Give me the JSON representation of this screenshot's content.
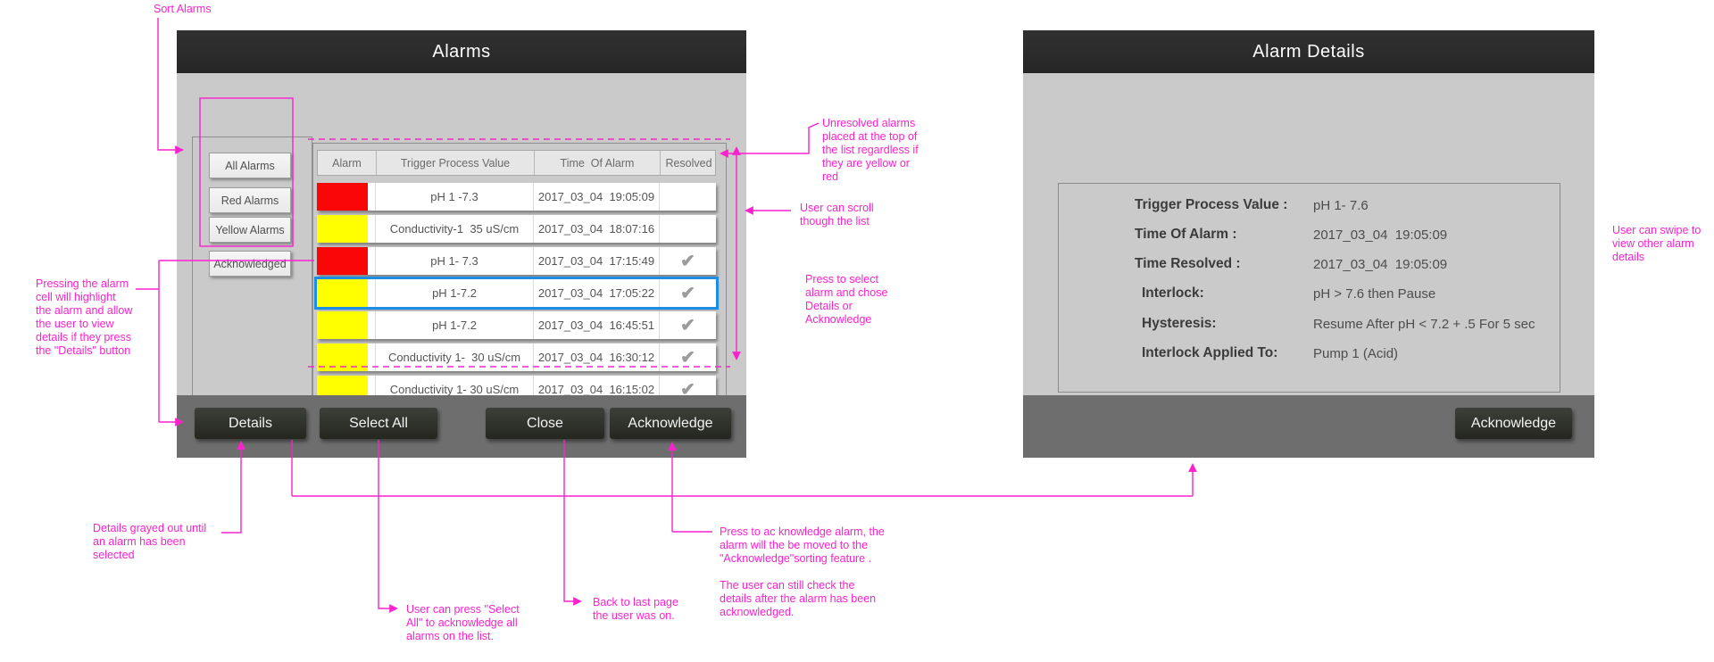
{
  "colors": {
    "annotation": "#fa22cd",
    "red": "#f90606",
    "yellow": "#ffff00",
    "selected_border": "#1e8ee4",
    "check_gray": "#9b9b9b"
  },
  "icons": {
    "resolved_check_icon": "✔"
  },
  "alarms_panel": {
    "title": "Alarms",
    "filters": [
      "All Alarms",
      "Red Alarms",
      "Yellow Alarms",
      "Acknowledged"
    ],
    "table": {
      "headers": [
        "Alarm",
        "Trigger Process Value",
        "Time  Of Alarm",
        "Resolved"
      ],
      "rows": [
        {
          "color": "red",
          "trigger": "pH 1 -7.3",
          "time": "2017_03_04  19:05:09",
          "resolved": false,
          "selected": false
        },
        {
          "color": "yellow",
          "trigger": "Conductivity-1  35 uS/cm",
          "time": "2017_03_04  18:07:16",
          "resolved": false,
          "selected": false
        },
        {
          "color": "red",
          "trigger": "pH 1- 7.3",
          "time": "2017_03_04  17:15:49",
          "resolved": true,
          "selected": false
        },
        {
          "color": "yellow",
          "trigger": "pH 1-7.2",
          "time": "2017_03_04  17:05:22",
          "resolved": true,
          "selected": true
        },
        {
          "color": "yellow",
          "trigger": "pH 1-7.2",
          "time": "2017_03_04  16:45:51",
          "resolved": true,
          "selected": false
        },
        {
          "color": "yellow",
          "trigger": "Conductivity 1-  30 uS/cm",
          "time": "2017_03_04  16:30:12",
          "resolved": true,
          "selected": false
        },
        {
          "color": "yellow",
          "trigger": "Conductivity 1- 30 uS/cm",
          "time": "2017_03_04  16:15:02",
          "resolved": true,
          "selected": false
        }
      ]
    },
    "buttons": [
      "Details",
      "Select All",
      "Close",
      "Acknowledge"
    ]
  },
  "details_panel": {
    "title": "Alarm Details",
    "fields": [
      {
        "label": "Trigger Process Value :",
        "value": "pH 1- 7.6"
      },
      {
        "label": "Time Of Alarm :",
        "value": "2017_03_04  19:05:09"
      },
      {
        "label": "Time Resolved :",
        "value": "2017_03_04  19:05:09"
      },
      {
        "label": "Interlock:",
        "value": "pH > 7.6 then Pause"
      },
      {
        "label": "Hysteresis:",
        "value": "Resume After pH < 7.2 + .5 For 5 sec"
      },
      {
        "label": "Interlock Applied To:",
        "value": "Pump 1 (Acid)"
      }
    ],
    "buttons": [
      "Acknowledge"
    ]
  },
  "annotations": {
    "sort": "Sort Alarms",
    "press_cell": "Pressing the alarm\ncell will highlight\nthe alarm and allow\nthe user to view\ndetails if they press\nthe \"Details\" button",
    "unresolved": "Unresolved alarms\nplaced at the top of\nthe list regardless if\nthey are yellow or\nred",
    "scroll": "User can scroll\nthough the list",
    "select_alarm": "Press to select\nalarm and chose\nDetails or\nAcknowledge",
    "details_grayed": "Details grayed out until\nan alarm has been\nselected",
    "select_all": "User can press \"Select\nAll\" to acknowledge all\nalarms on the list.",
    "back": "Back to last page\nthe user was on.",
    "acknowledge": "Press to ac knowledge alarm, the\nalarm will the be moved to the\n\"Acknowledge\"sorting feature .\n\nThe user can still check the\ndetails after the  alarm has been\nacknowledged.",
    "swipe": "User can swipe to\nview other alarm\ndetails"
  }
}
